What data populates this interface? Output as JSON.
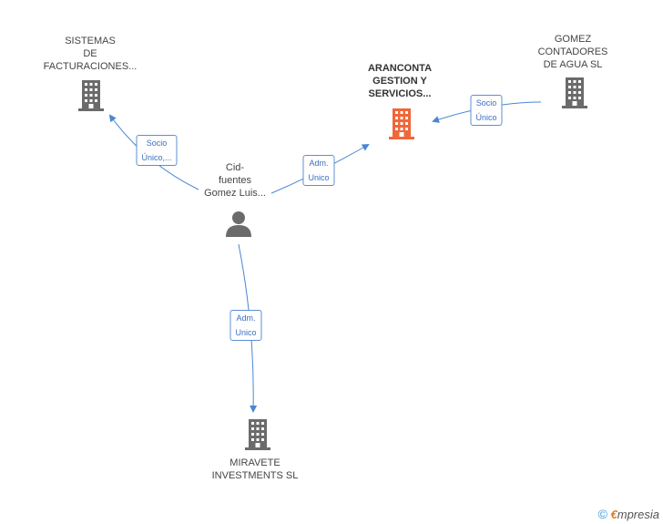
{
  "nodes": {
    "sistemas": {
      "lines": [
        "SISTEMAS",
        "DE",
        "FACTURACIONES..."
      ],
      "type": "company"
    },
    "aranconta": {
      "lines": [
        "ARANCONTA",
        "GESTION Y",
        "SERVICIOS..."
      ],
      "type": "company-main"
    },
    "gomez": {
      "lines": [
        "GOMEZ",
        "CONTADORES",
        "DE AGUA SL"
      ],
      "type": "company"
    },
    "person": {
      "lines": [
        "Cid-",
        "fuentes",
        "Gomez Luis..."
      ],
      "type": "person"
    },
    "miravete": {
      "lines": [
        "MIRAVETE",
        "INVESTMENTS SL"
      ],
      "type": "company"
    }
  },
  "edges": {
    "e1": {
      "lines": [
        "Socio",
        "Único,..."
      ]
    },
    "e2": {
      "lines": [
        "Adm.",
        "Unico"
      ]
    },
    "e3": {
      "lines": [
        "Socio",
        "Único"
      ]
    },
    "e4": {
      "lines": [
        "Adm.",
        "Unico"
      ]
    }
  },
  "colors": {
    "company": "#6b6b6b",
    "company_main": "#f0673a",
    "person": "#6b6b6b",
    "edge": "#4a86d4"
  },
  "footer": {
    "copyright": "©",
    "brand_first": "€",
    "brand_rest": "mpresia"
  }
}
